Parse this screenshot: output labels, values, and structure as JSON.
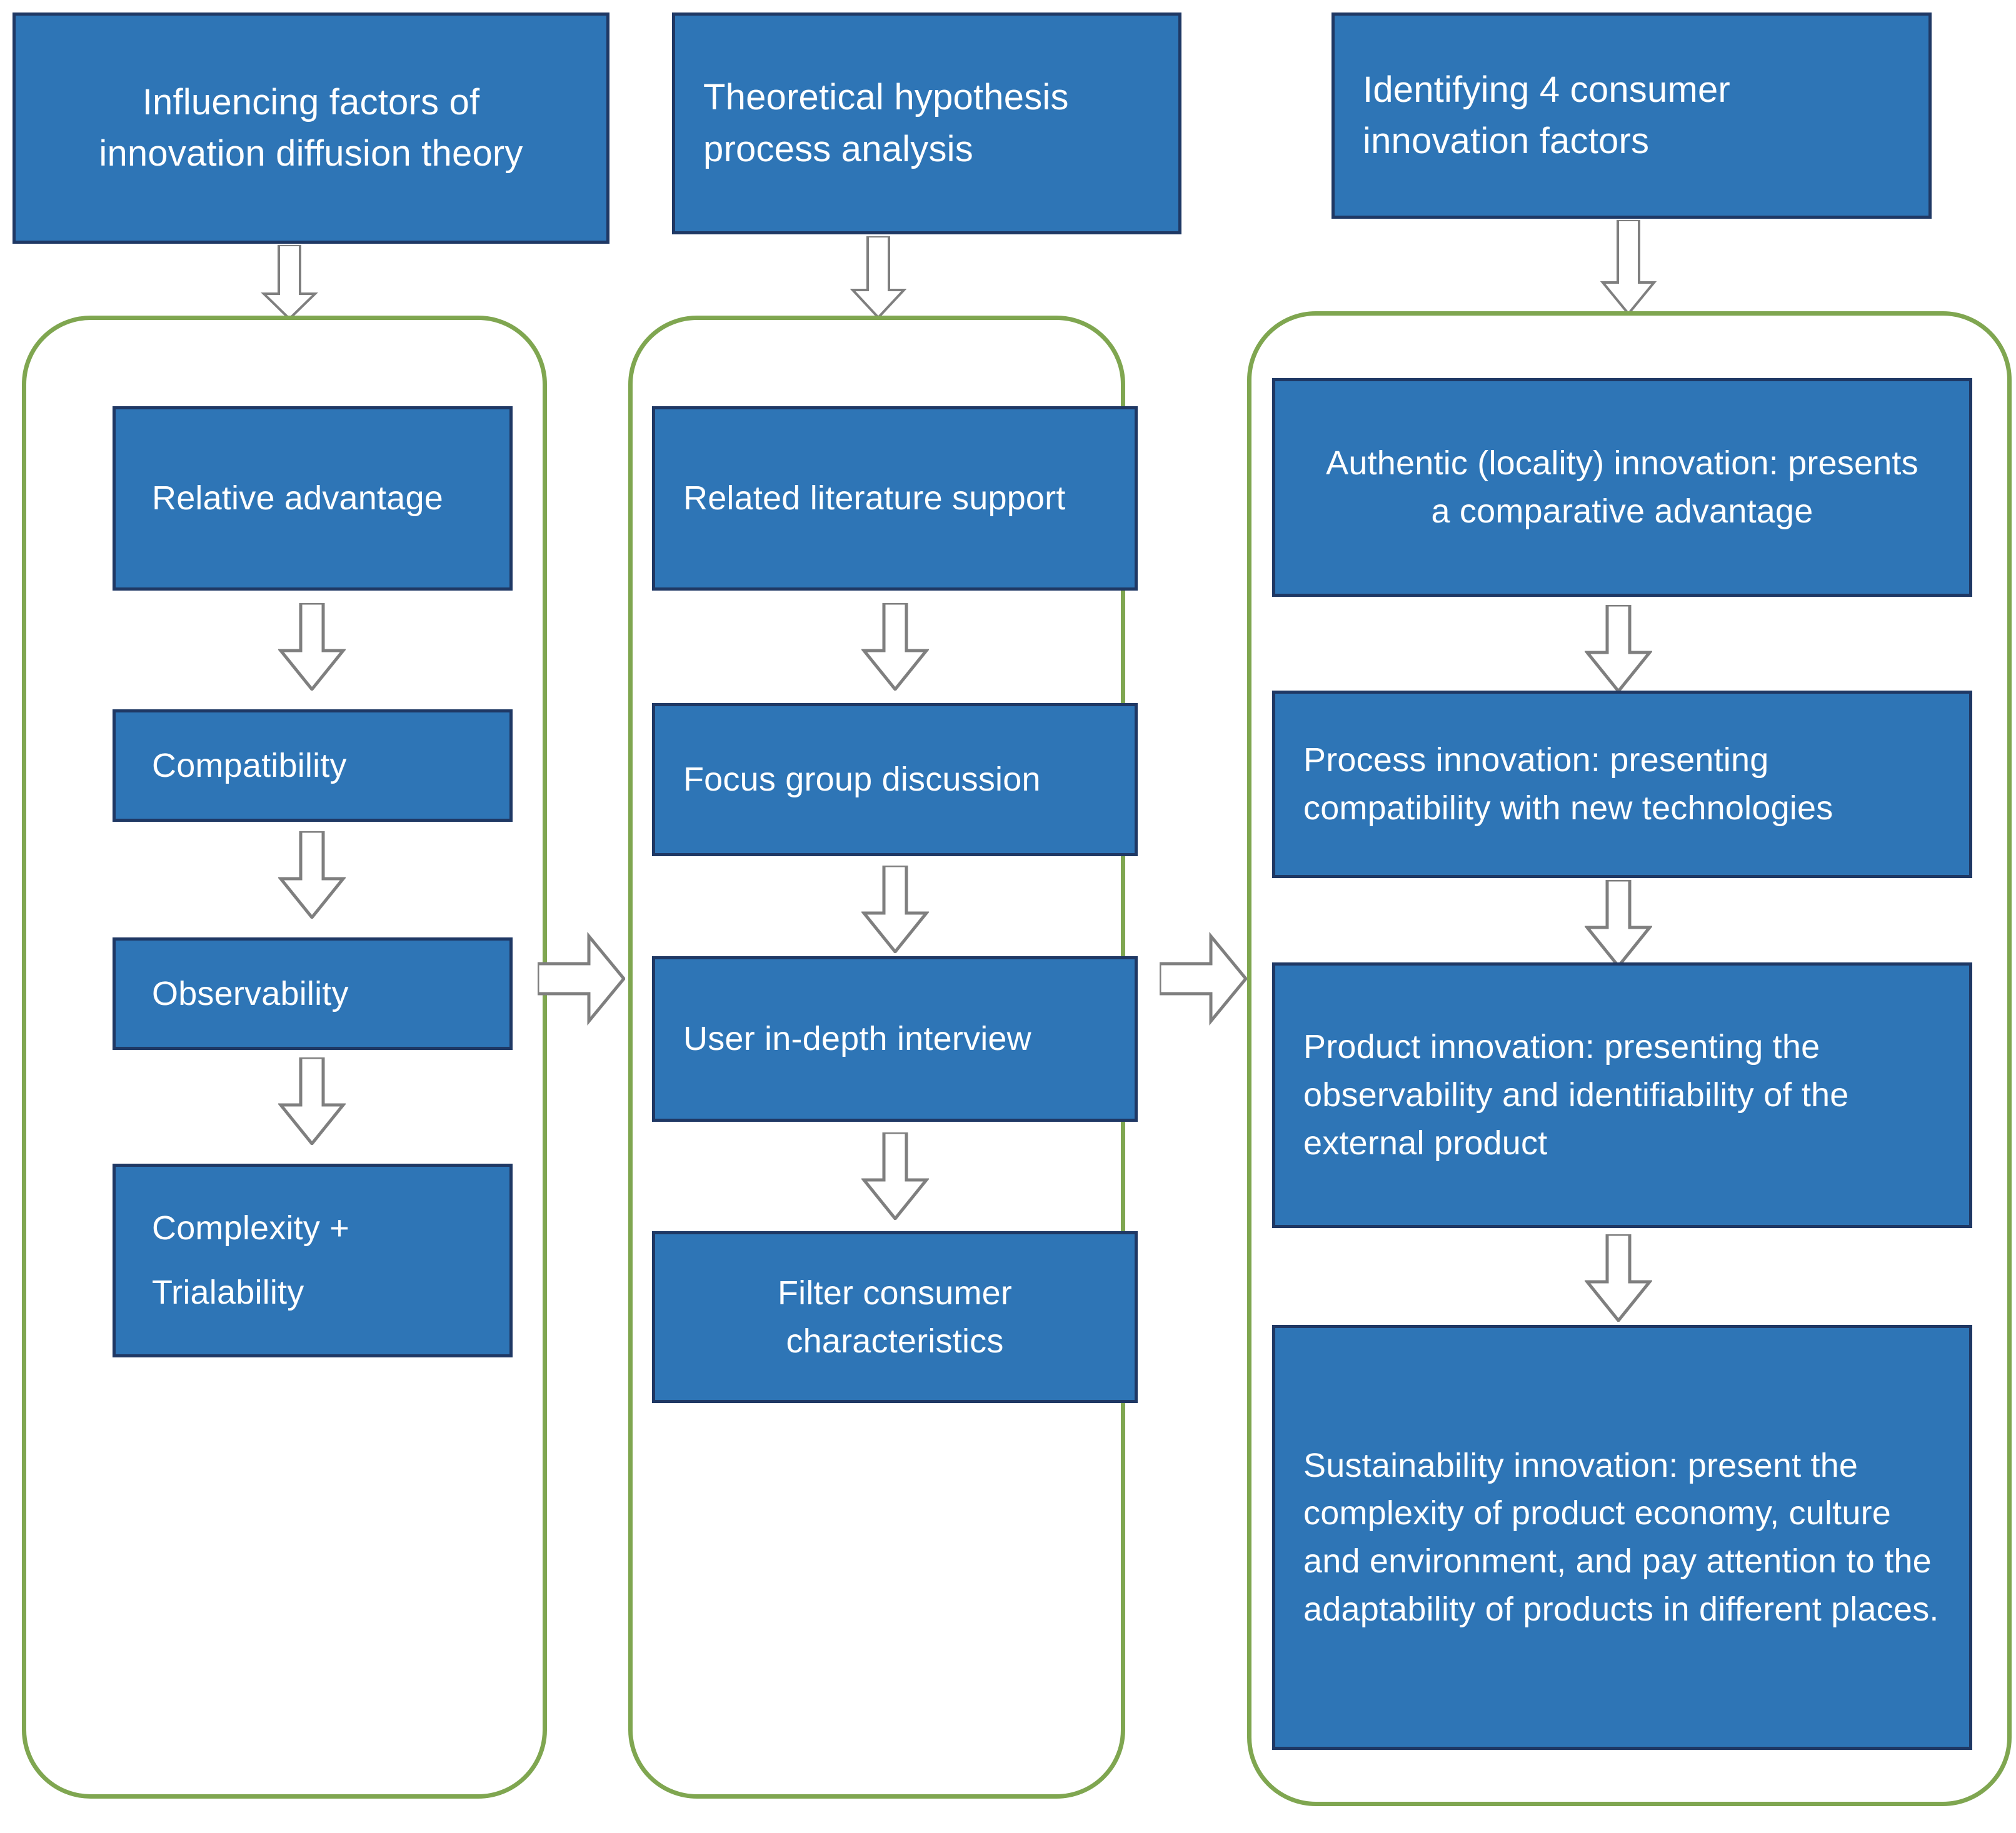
{
  "diagram": {
    "title_flow": "Three-stage research framework linking innovation diffusion theory to consumer innovation factors",
    "colors": {
      "box_fill": "#2E75B6",
      "box_border": "#1F3864",
      "container_border": "#7FA650",
      "arrow_outline": "#7F7F7F",
      "text": "#FFFFFF",
      "background": "#FFFFFF"
    },
    "columns": [
      {
        "id": "column-1",
        "header": "Influencing factors of innovation diffusion theory",
        "steps": [
          {
            "label": "Relative advantage"
          },
          {
            "label": "Compatibility"
          },
          {
            "label": "Observability"
          },
          {
            "label": "Complexity + Trialability"
          }
        ]
      },
      {
        "id": "column-2",
        "header": "Theoretical hypothesis process analysis",
        "steps": [
          {
            "label": "Related literature support"
          },
          {
            "label": "Focus group discussion"
          },
          {
            "label": "User in-depth interview"
          },
          {
            "label": "Filter consumer characteristics"
          }
        ]
      },
      {
        "id": "column-3",
        "header": "Identifying 4 consumer innovation factors",
        "steps": [
          {
            "label": "Authentic (locality) innovation: presents a comparative advantage"
          },
          {
            "label": "Process innovation: presenting compatibility with new technologies"
          },
          {
            "label": "Product innovation: presenting the observability and identifiability of the external product"
          },
          {
            "label": "Sustainability innovation: present the complexity of product economy, culture and environment, and pay attention to the adaptability of products in different places."
          }
        ]
      }
    ],
    "connectors": {
      "header_to_container": "down-arrow",
      "step_to_step": "down-block-arrow",
      "column_to_column": "right-block-arrow"
    }
  }
}
